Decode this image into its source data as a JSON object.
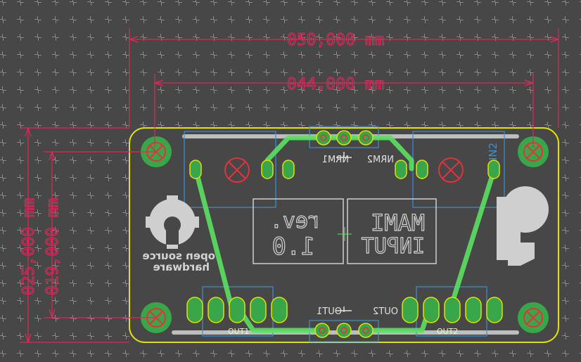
{
  "dimensions": {
    "width_outer": "050,000 mm",
    "width_inner": "044,000 mm",
    "height_outer": "025,000 mm",
    "height_inner": "019,000 mm"
  },
  "silkscreen": {
    "osh_line1": "open source",
    "osh_line2": "hardware",
    "rev_line1": "rev.",
    "rev_line2": "1.0",
    "title_line1": "MAMI",
    "title_line2": "INPUT"
  },
  "references": {
    "nrm1": "NRM1",
    "nrm2": "NRM2",
    "out1_top": "OUT1",
    "out2_top": "OUT2",
    "out1_bottom": "OUT1",
    "out2_bottom": "OUT2",
    "in2": "IN2"
  },
  "colors": {
    "background": "#474747",
    "dimension": "#dc2a5a",
    "board_outline": "#e4e000",
    "copper_trace": "#5be062",
    "pad_fill": "#3aa64a",
    "drill_mark": "#e0343c",
    "silkscreen": "#d4d4d4",
    "fab_outline": "#3d8fd6"
  }
}
